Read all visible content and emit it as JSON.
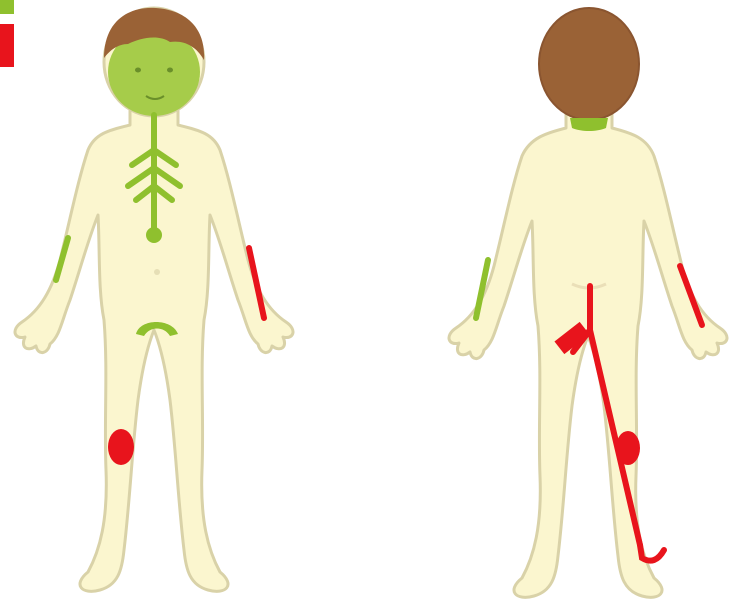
{
  "colors": {
    "skin": "#fbf6cf",
    "skin_outline": "#d9d2a8",
    "hair": "#9a6236",
    "face": "#a6cc4a",
    "green": "#8fc02e",
    "red": "#e8141c",
    "background": "#ffffff"
  },
  "legend": [
    {
      "name": "legend-green-swatch",
      "color": "#8fc02e"
    },
    {
      "name": "legend-red-swatch",
      "color": "#e8141c"
    }
  ],
  "figures": [
    {
      "name": "front-figure",
      "view": "front"
    },
    {
      "name": "back-figure",
      "view": "back"
    }
  ]
}
